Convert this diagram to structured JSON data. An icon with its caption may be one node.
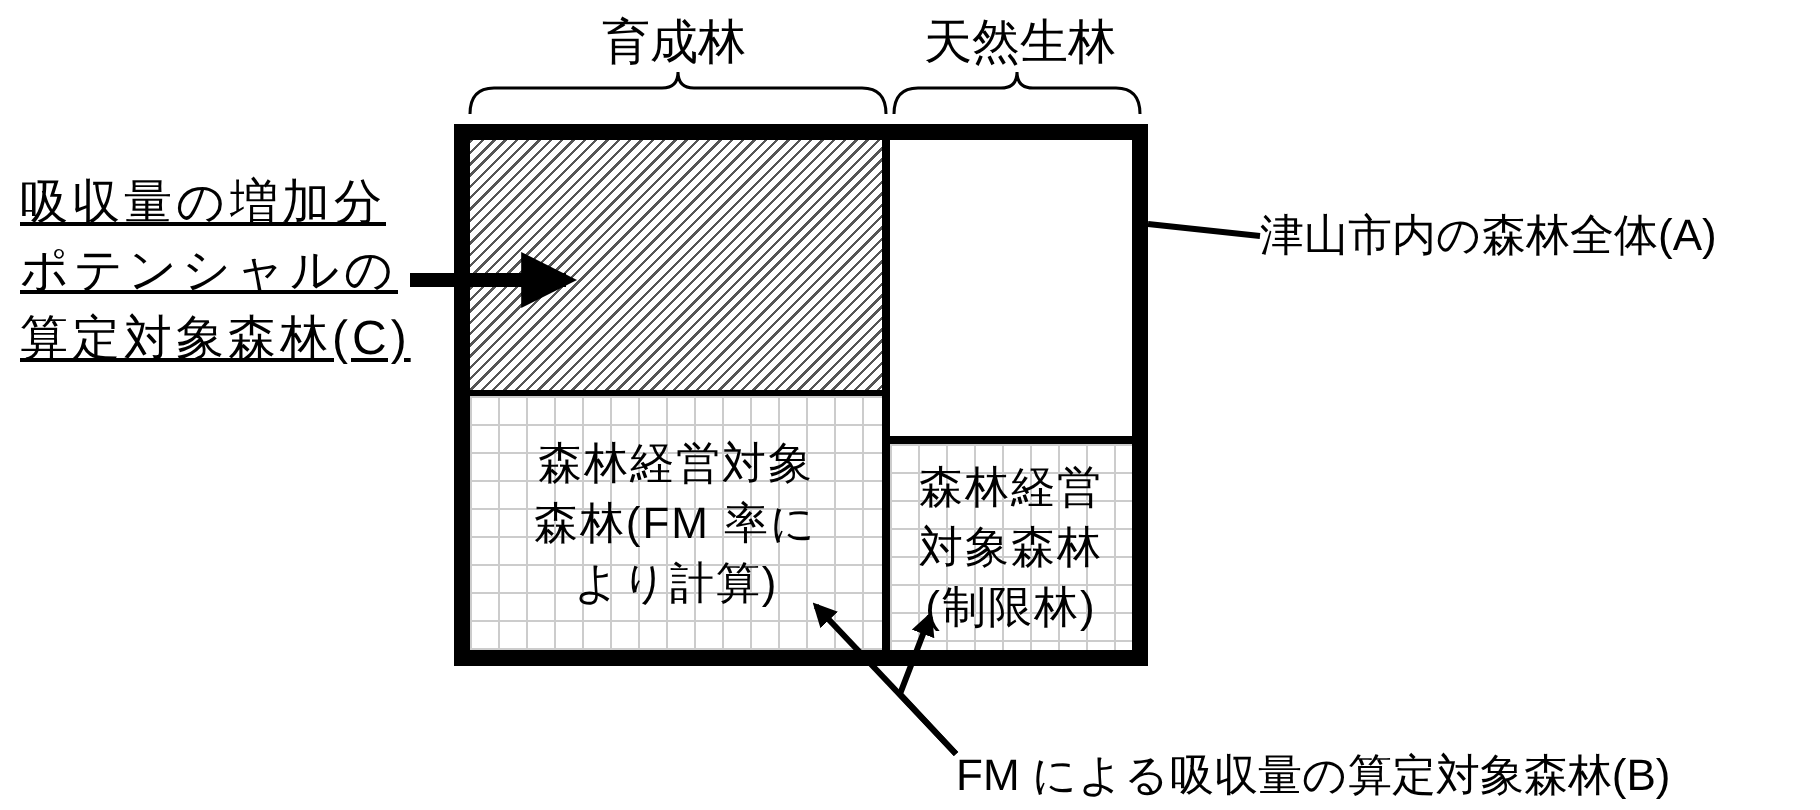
{
  "diagram": {
    "nodes": [
      {
        "text": [],
        "shape": "box"
      },
      {
        "text": [],
        "shape": "box",
        "in": 0
      },
      {
        "text": [],
        "shape": "box",
        "in": 0
      },
      {
        "text": [
          "森林経営対象森林(FM 率により計算)"
        ],
        "in": 0
      },
      {
        "text": [
          "森林経営対象森林(制限林)"
        ],
        "in": 0
      },
      {
        "text": [
          "吸収量の増加分ポテンシャルの算定対象森林(C)"
        ]
      },
      {
        "text": [
          "津山市内の森林全体(A)"
        ]
      },
      {
        "text": [
          "FM による吸収量の算定対象森林(B)"
        ]
      }
    ],
    "edges": [
      {
        "from": 5,
        "to": 1,
        "arrow": "to",
        "style": "thick"
      },
      {
        "from": 6,
        "to": 0,
        "arrow": "none"
      },
      {
        "from": 7,
        "to": 3,
        "arrow": "to"
      },
      {
        "from": 7,
        "to": 4,
        "arrow": "to"
      }
    ],
    "labels": [
      "育成林",
      "天然生林"
    ]
  }
}
